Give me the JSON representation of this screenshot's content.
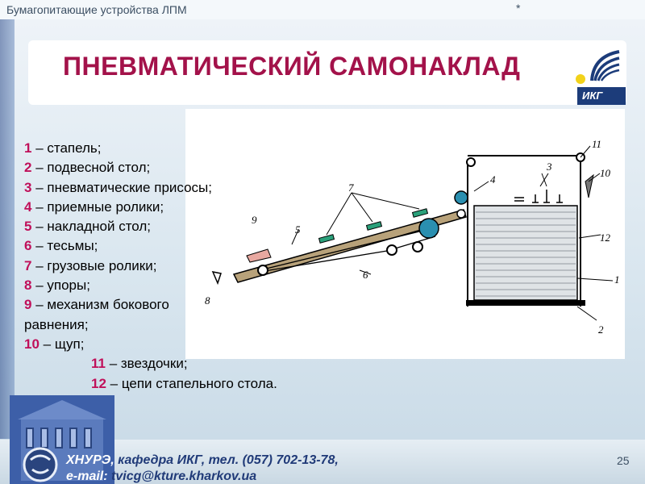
{
  "header": {
    "text": "Бумагопитающие устройства ЛПМ",
    "star": "*"
  },
  "title": "ПНЕВМАТИЧЕСКИЙ САМОНАКЛАД",
  "logo": {
    "text": "ИКГ"
  },
  "legend": [
    {
      "num": "1",
      "text": " – стапель;"
    },
    {
      "num": "2",
      "text": " – подвесной стол;"
    },
    {
      "num": "3",
      "text": " – пневматические присосы;"
    },
    {
      "num": "4",
      "text": " – приемные ролики;"
    },
    {
      "num": "5",
      "text": " – накладной стол;"
    },
    {
      "num": "6",
      "text": " – тесьмы;"
    },
    {
      "num": "7",
      "text": " – грузовые ролики;"
    },
    {
      "num": "8",
      "text": " – упоры;"
    },
    {
      "num": "9",
      "text": " – механизм бокового"
    },
    {
      "num": "",
      "text": "равнения;"
    },
    {
      "num": "10",
      "text": " – щуп;"
    },
    {
      "num": "11",
      "text": " – звездочки;"
    },
    {
      "num": "12",
      "text": " – цепи стапельного стола."
    }
  ],
  "diagram_labels": [
    "1",
    "2",
    "3",
    "4",
    "5",
    "6",
    "7",
    "8",
    "9",
    "10",
    "11",
    "12"
  ],
  "page_number": "25",
  "contact": {
    "org": "ХНУРЭ,",
    "line1": " кафедра ИКГ, тел. (057) 702-13-78,",
    "email_label": "e-mail:",
    "email": " tvicg@kture.kharkov.ua"
  },
  "colors": {
    "title": "#a3124a",
    "legend_number": "#c0105a",
    "contact": "#203a78"
  }
}
